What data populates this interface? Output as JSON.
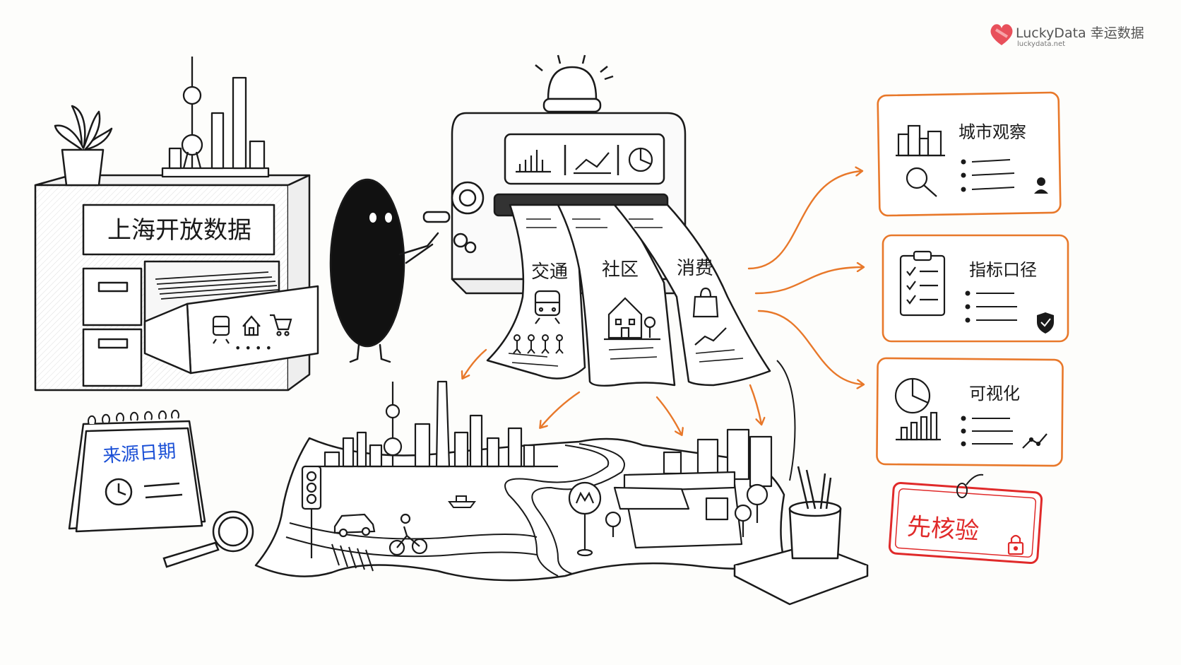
{
  "brand": {
    "name": "LuckyData 幸运数据",
    "url": "luckydata.net",
    "logo_color": "#e8505b"
  },
  "cabinet": {
    "label": "上海开放数据",
    "folder_icons": [
      "train-icon",
      "home-icon",
      "cart-icon"
    ],
    "more": "• • • •"
  },
  "calendar": {
    "label": "来源日期",
    "label_color": "#1a4fd6"
  },
  "printer": {
    "screen_icons": [
      "bar-chart-icon",
      "line-chart-icon",
      "pie-chart-icon"
    ]
  },
  "paper_strips": [
    {
      "label": "交通",
      "icon": "train-icon"
    },
    {
      "label": "社区",
      "icon": "house-icon"
    },
    {
      "label": "消费",
      "icon": "shopping-bag-icon"
    }
  ],
  "cards": [
    {
      "title": "城市观察",
      "icon": "city-magnifier-icon",
      "badge": "person-icon"
    },
    {
      "title": "指标口径",
      "icon": "clipboard-checklist-icon",
      "badge": "shield-check-icon"
    },
    {
      "title": "可视化",
      "icon": "pie-bar-chart-icon",
      "badge": "trend-line-icon"
    }
  ],
  "stamp": {
    "label": "先核验",
    "icon": "lock-icon"
  },
  "colors": {
    "accent": "#e8782a",
    "stamp": "#e02a2a",
    "ink": "#1a1a1a"
  }
}
